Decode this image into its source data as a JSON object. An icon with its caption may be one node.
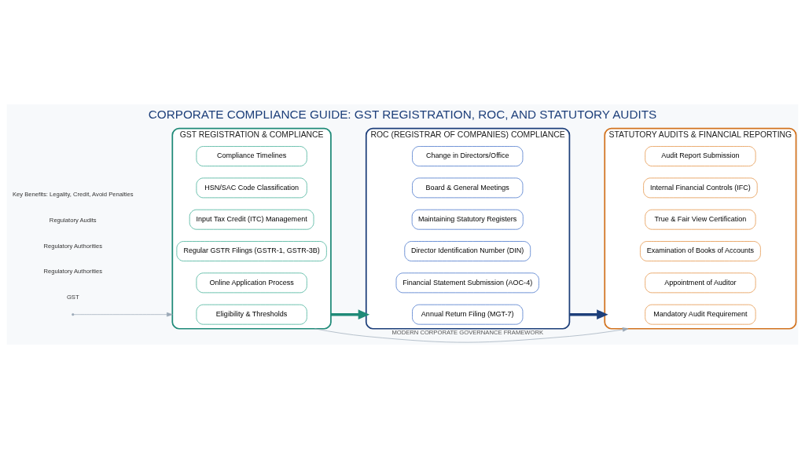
{
  "diagram": {
    "title": "CORPORATE COMPLIANCE GUIDE: GST REGISTRATION, ROC, AND STATUTORY AUDITS",
    "nodes": [
      {
        "text": [
          "GST REGISTRATION & COMPLIANCE"
        ]
      },
      {
        "text": [
          "Eligibility & Thresholds"
        ],
        "in": 0
      },
      {
        "text": [
          "Online Application Process"
        ],
        "in": 0
      },
      {
        "text": [
          "Regular GSTR Filings (GSTR-1, GSTR-3B)"
        ],
        "in": 0
      },
      {
        "text": [
          "Input Tax Credit (ITC) Management"
        ],
        "in": 0
      },
      {
        "text": [
          "HSN/SAC Code Classification"
        ],
        "in": 0
      },
      {
        "text": [
          "Compliance Timelines"
        ],
        "in": 0
      },
      {
        "text": [
          "ROC (REGISTRAR OF COMPANIES) COMPLIANCE"
        ]
      },
      {
        "text": [
          "Annual Return Filing (MGT-7)"
        ],
        "in": 7
      },
      {
        "text": [
          "Financial Statement Submission (AOC-4)"
        ],
        "in": 7
      },
      {
        "text": [
          "Director Identification Number (DIN)"
        ],
        "in": 7
      },
      {
        "text": [
          "Maintaining Statutory Registers"
        ],
        "in": 7
      },
      {
        "text": [
          "Board & General Meetings"
        ],
        "in": 7
      },
      {
        "text": [
          "Change in Directors/Office"
        ],
        "in": 7
      },
      {
        "text": [
          "STATUTORY AUDITS & FINANCIAL REPORTING"
        ]
      },
      {
        "text": [
          "Mandatory Audit Requirement"
        ],
        "in": 14
      },
      {
        "text": [
          "Appointment of Auditor"
        ],
        "in": 14
      },
      {
        "text": [
          "Examination of Books of Accounts"
        ],
        "in": 14
      },
      {
        "text": [
          "True & Fair View Certification"
        ],
        "in": 14
      },
      {
        "text": [
          "Internal Financial Controls (IFC)"
        ],
        "in": 14
      },
      {
        "text": [
          "Audit Report Submission"
        ],
        "in": 14
      }
    ],
    "edges": [
      {
        "from": null,
        "to": 0,
        "arrow": "to"
      },
      {
        "from": 0,
        "to": 7,
        "arrow": "to",
        "style": "thick",
        "color": "#1f8a78"
      },
      {
        "from": 7,
        "to": 14,
        "arrow": "to",
        "style": "thick",
        "color": "#1d3f7a"
      },
      {
        "from": 0,
        "to": 14,
        "arrow": "to",
        "label": "MODERN CORPORATE GOVERNANCE FRAMEWORK"
      }
    ],
    "labels": [
      "GST",
      "Regulatory Authorities",
      "Regulatory Authorities",
      "Regulatory Audits",
      "Key Benefits: Legality, Credit, Avoid Penalties"
    ]
  }
}
